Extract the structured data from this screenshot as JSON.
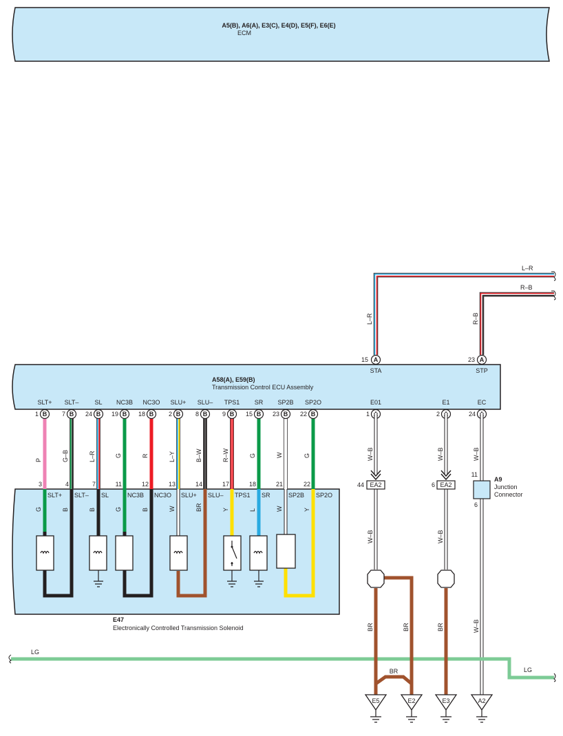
{
  "ecm": {
    "connectors": "A5(B), A6(A), E3(C), E4(D), E5(F), E6(E)",
    "name": "ECM"
  },
  "tcu": {
    "connectors": "A58(A), E59(B)",
    "name": "Transmission Control ECU Assembly",
    "top_pins": [
      {
        "num": "15",
        "conn": "A",
        "label": "STA"
      },
      {
        "num": "23",
        "conn": "A",
        "label": "STP"
      }
    ],
    "bottom_pins": [
      {
        "num": "1",
        "conn": "B",
        "label": "SLT+"
      },
      {
        "num": "7",
        "conn": "B",
        "label": "SLT–"
      },
      {
        "num": "24",
        "conn": "B",
        "label": "SL"
      },
      {
        "num": "19",
        "conn": "B",
        "label": "NC3B"
      },
      {
        "num": "18",
        "conn": "B",
        "label": "NC3O"
      },
      {
        "num": "2",
        "conn": "B",
        "label": "SLU+"
      },
      {
        "num": "8",
        "conn": "B",
        "label": "SLU–"
      },
      {
        "num": "9",
        "conn": "B",
        "label": "TPS1"
      },
      {
        "num": "15",
        "conn": "B",
        "label": "SR"
      },
      {
        "num": "23",
        "conn": "B",
        "label": "SP2B"
      },
      {
        "num": "22",
        "conn": "B",
        "label": "SP2O"
      },
      {
        "num": "1",
        "conn": "A",
        "label": "E01"
      },
      {
        "num": "2",
        "conn": "A",
        "label": "E1"
      },
      {
        "num": "24",
        "conn": "A",
        "label": "EC"
      }
    ]
  },
  "upper_wires": [
    "L–R",
    "R–B"
  ],
  "harness_wires": [
    "P",
    "G–B",
    "L–R",
    "G",
    "R",
    "L–Y",
    "B–W",
    "R–W",
    "G",
    "W",
    "G",
    "W–B",
    "W–B",
    "W–B"
  ],
  "solenoid": {
    "id": "E47",
    "name": "Electronically Controlled Transmission Solenoid",
    "pins": [
      {
        "num": "3",
        "label": "SLT+",
        "wire": "G"
      },
      {
        "num": "4",
        "label": "SLT–",
        "wire": "B"
      },
      {
        "num": "7",
        "label": "SL",
        "wire": "B"
      },
      {
        "num": "11",
        "label": "NC3B",
        "wire": "G"
      },
      {
        "num": "12",
        "label": "NC3O",
        "wire": "B"
      },
      {
        "num": "13",
        "label": "SLU+",
        "wire": "W"
      },
      {
        "num": "14",
        "label": "SLU–",
        "wire": "BR"
      },
      {
        "num": "17",
        "label": "TPS1",
        "wire": "Y"
      },
      {
        "num": "18",
        "label": "SR",
        "wire": "L"
      },
      {
        "num": "21",
        "label": "SP2B",
        "wire": "W"
      },
      {
        "num": "22",
        "label": "SP2O",
        "wire": "Y"
      }
    ]
  },
  "junctions": {
    "ea2_left": {
      "num": "44",
      "label": "EA2"
    },
    "ea2_right": {
      "num": "6",
      "label": "EA2"
    },
    "a9": {
      "pin_top": "11",
      "pin_bottom": "6",
      "id": "A9",
      "name_line1": "Junction",
      "name_line2": "Connector"
    }
  },
  "lower_wires": {
    "wb1": "W–B",
    "wb2": "W–B",
    "br1": "BR",
    "br2": "BR",
    "br3": "BR",
    "br_bridge": "BR",
    "ec_wb": "W–B",
    "lg_left": "LG",
    "lg_right": "LG"
  },
  "grounds": [
    "E5",
    "E2",
    "E3",
    "A2"
  ],
  "colors": {
    "box_fill": "#c8e8f8",
    "pink": "#ee82b4",
    "green": "#0a9a48",
    "black": "#231f20",
    "light_blue": "#29aae1",
    "red": "#ed1c24",
    "brown": "#a0522d",
    "yellow": "#ffe000",
    "light_green": "#7dcb96"
  }
}
